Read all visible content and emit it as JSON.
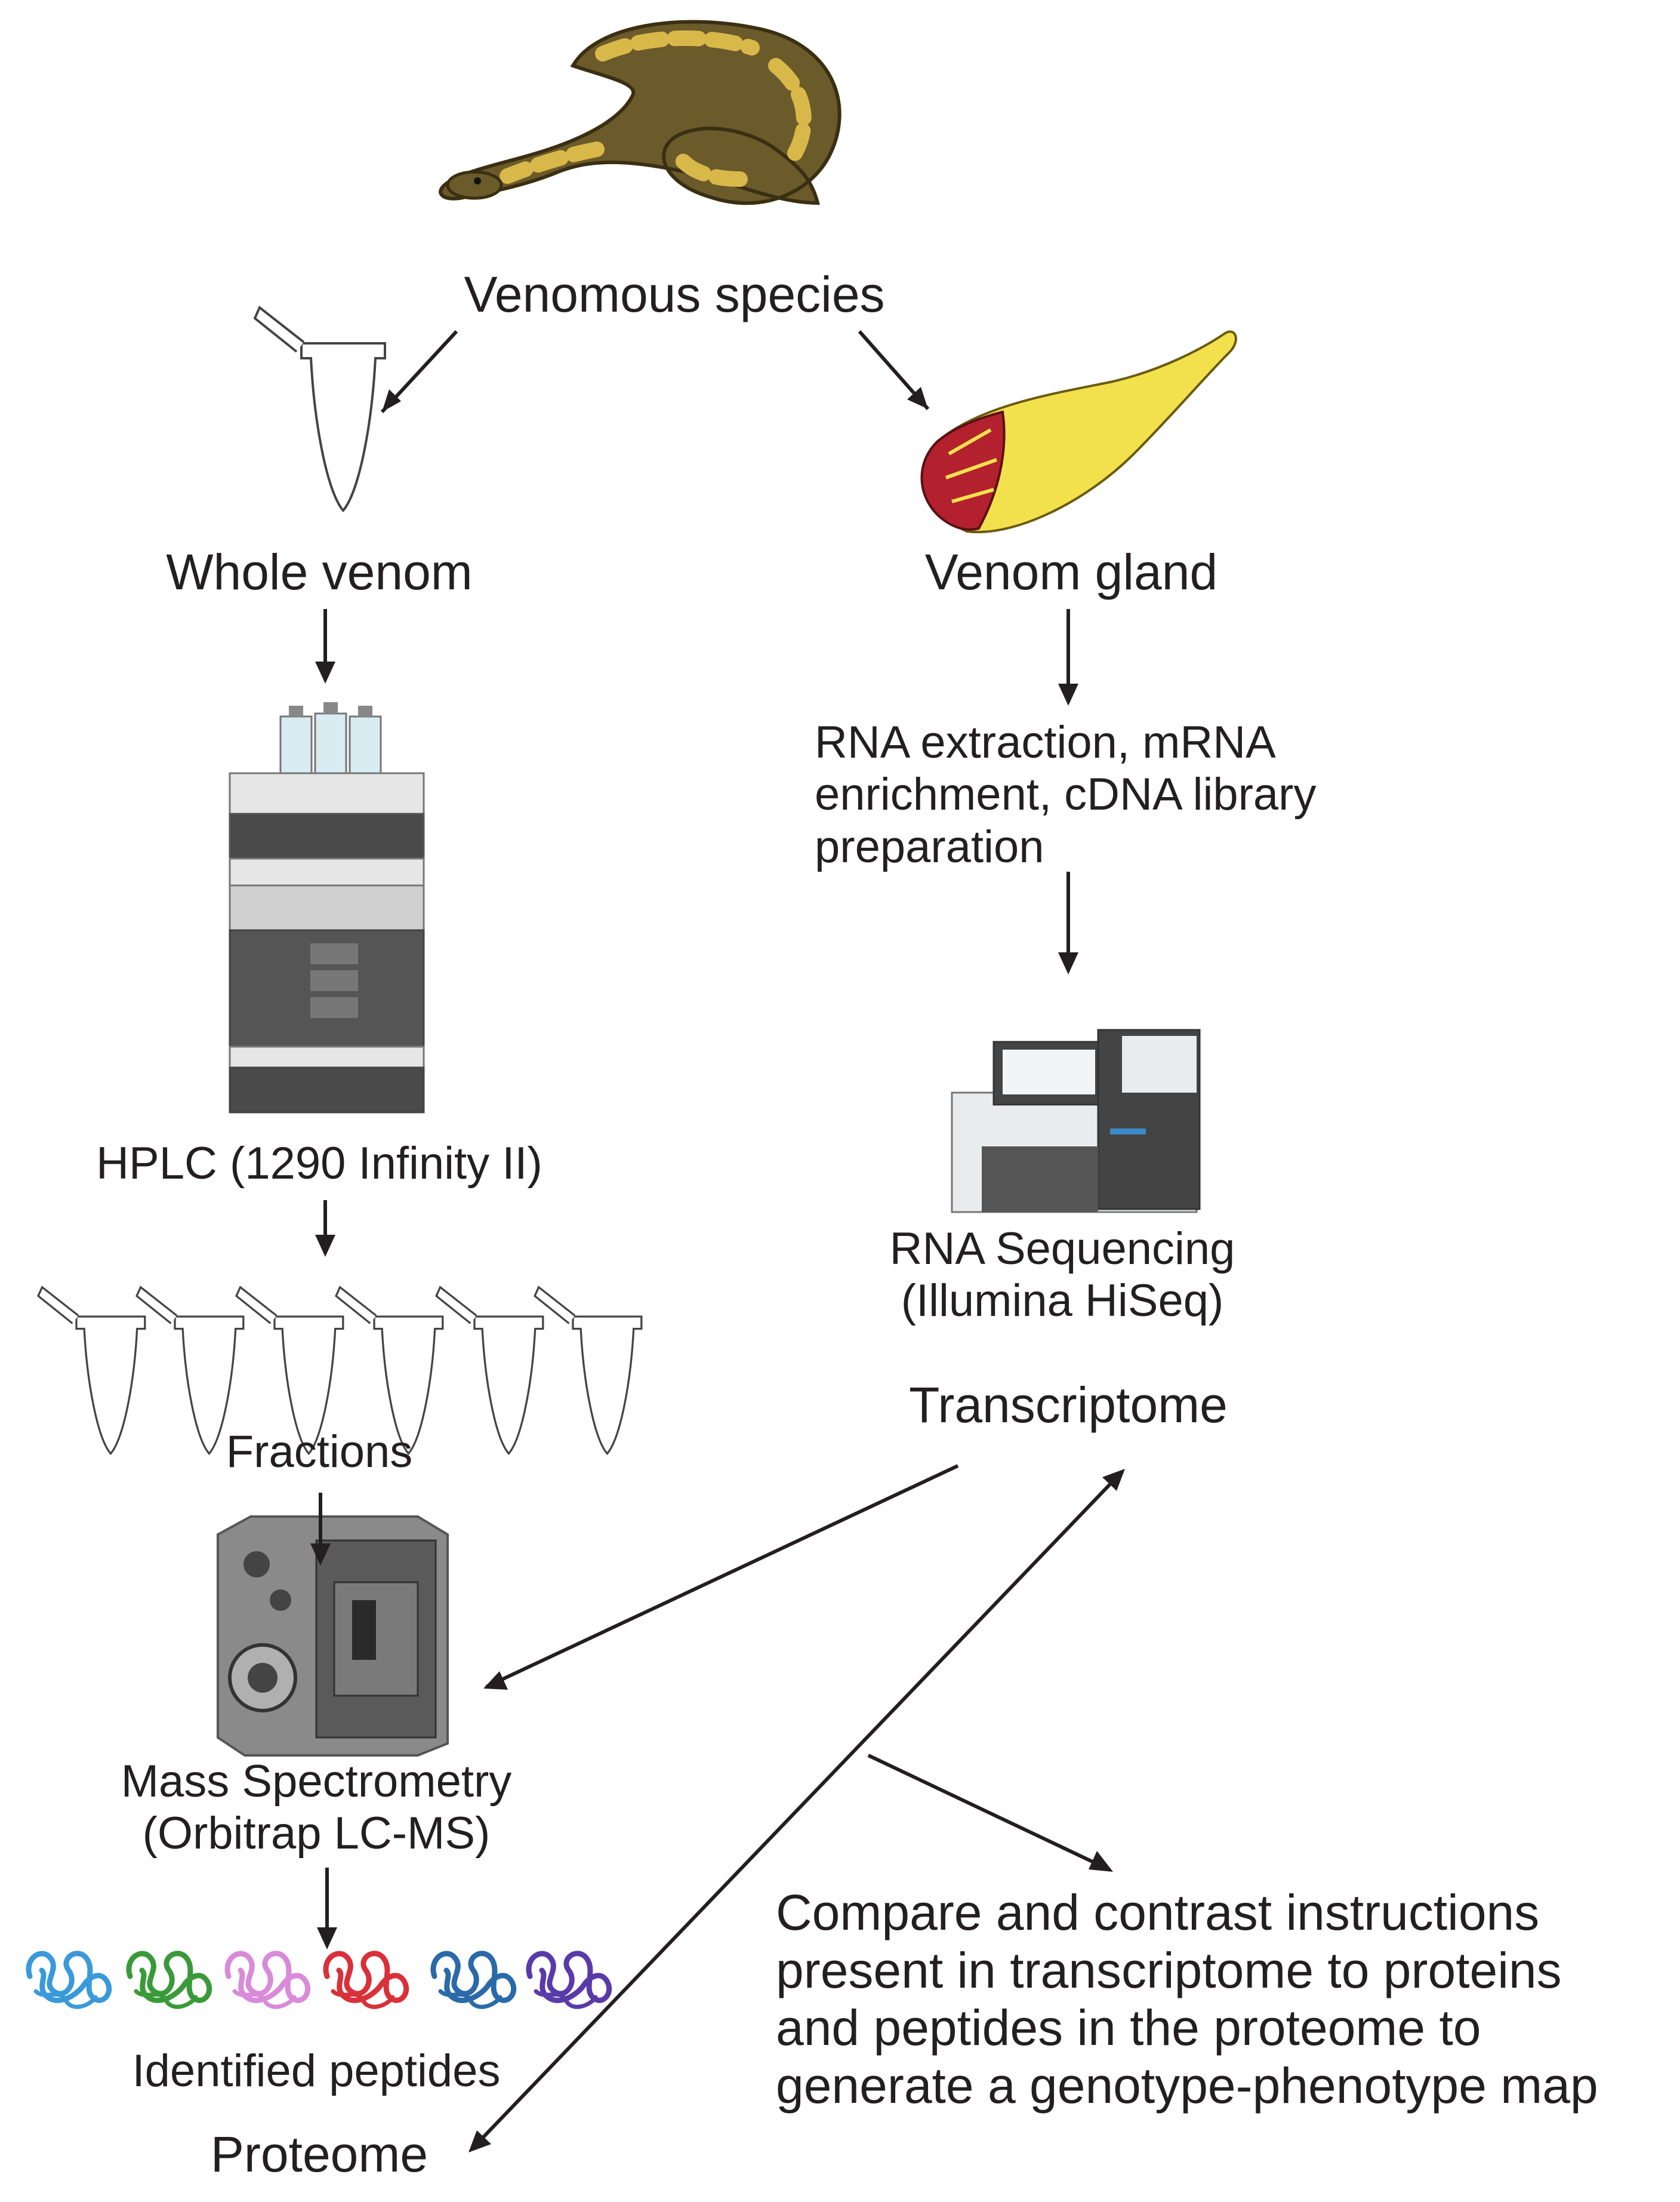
{
  "labels": {
    "venomous_species": "Venomous species",
    "whole_venom": "Whole venom",
    "venom_gland": "Venom gland",
    "rna_extraction": [
      "RNA extraction, mRNA",
      "enrichment, cDNA library",
      "preparation"
    ],
    "hplc": "HPLC (1290 Infinity II)",
    "rna_sequencing": [
      "RNA Sequencing",
      "(Illumina HiSeq)"
    ],
    "fractions": "Fractions",
    "transcriptome": "Transcriptome",
    "mass_spec": [
      "Mass Spectrometry",
      "(Orbitrap LC-MS)"
    ],
    "compare": [
      "Compare and contrast instructions",
      "present in transcriptome to proteins",
      "and peptides in the proteome to",
      "generate a genotype-phenotype map"
    ],
    "identified_peptides": "Identified peptides",
    "proteome": "Proteome"
  },
  "colors": {
    "text": "#231f20",
    "snake_body": "#6b5a2a",
    "snake_pattern": "#d9b84a",
    "gland_yellow": "#f2e14c",
    "gland_red": "#b3212e",
    "peptides": [
      "#3a9ad9",
      "#3a9a3a",
      "#d98ad9",
      "#d9303a",
      "#2a6aa8",
      "#5a3aa8"
    ]
  },
  "icons": [
    "snake-illustration",
    "tube-icon",
    "venom-gland-illustration",
    "hplc-instrument",
    "sequencer-instrument",
    "mass-spectrometer",
    "peptide-icon"
  ]
}
